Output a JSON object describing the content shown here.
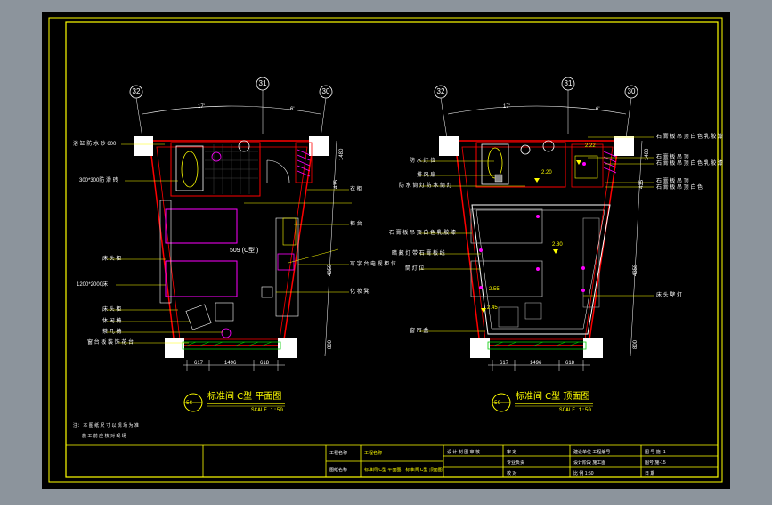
{
  "colors": {
    "background": "#8c949c",
    "paper": "#000000",
    "frame": "#ffff00",
    "wall": "#ff0000",
    "bed": "#ff00ff",
    "furniture": "#ffffff",
    "planter": "#00cc00"
  },
  "left_plan": {
    "title": "标准间 C型 平面图",
    "scale": "SCALE 1:50",
    "symbol": "5C-",
    "grid": [
      "32",
      "31",
      "30"
    ],
    "room_label": "509 (C型 )",
    "dims": {
      "top_a": "17'",
      "top_b": "6'",
      "bottom_a": "617",
      "bottom_b": "1496",
      "bottom_c": "618",
      "right_a": "1480",
      "right_b": "435",
      "right_c": "4355",
      "right_d": "800"
    },
    "labels_left": [
      "浴 缸 防 水 砂 600",
      "300*300防 滑 砖",
      "床 头 柜",
      "1200*2000床",
      "床 头 柜",
      "休 闲 椅",
      "茶 几 椅",
      "窗 台 板 装 饰 花 台"
    ],
    "labels_right": [
      "衣 柜",
      "柜 台",
      "写 字 台 电 视 柜 位",
      "化 妆 凳"
    ]
  },
  "right_plan": {
    "title": "标准间 C型 顶面图",
    "scale": "SCALE 1:50",
    "symbol": "5C-",
    "grid": [
      "32",
      "31",
      "30"
    ],
    "levels": [
      "2.22",
      "2.20",
      "2.80",
      "2.55",
      "2.45"
    ],
    "dims": {
      "top_a": "17'",
      "top_b": "6'",
      "bottom_a": "617",
      "bottom_b": "1496",
      "bottom_c": "618",
      "right_a": "1480",
      "right_b": "435",
      "right_c": "4355",
      "right_d": "800"
    },
    "labels_left": [
      "防 水 灯 位",
      "排 风 扇",
      "防 水 筒 灯 防 水 筒 灯",
      "石 膏 板 吊 顶 白 色 乳 胶 漆",
      "暗 藏 灯 带 石 膏 板 线",
      "筒 灯 位",
      "窗 帘 盒"
    ],
    "labels_right": [
      "石 膏 板 吊 顶 白 色 乳 胶 漆",
      "石 膏 板 吊 顶",
      "石 膏 板 吊 顶 白 色 乳 胶 漆",
      "石 膏 板 吊 顶",
      "石 膏 板 吊 顶 白 色",
      "床 头 壁 灯"
    ]
  },
  "notes": [
    "注： 本 图 纸 尺 寸 以 现 场 为 准",
    "施 工 前 应 核 对 现 场"
  ],
  "titleblock": {
    "project_label": "工程名称",
    "project": "工程名称",
    "drawing_label": "图纸名称",
    "drawing": "标准间 C型 平面图、标准间 C型 顶面图",
    "col3_r1": "设 计   制 图   审 核",
    "col4_r1": "审 定",
    "col4_r2": "专业负责",
    "col4_r3": "校 对",
    "col5_r1": "建设单位 工程编号",
    "col5_r2": "设计阶段 施工图",
    "col5_r3": "比 例 1:50",
    "col6_r1": "图 号 施 -1",
    "col6_r2": "图号 施-15",
    "col6_r3": "日 期"
  }
}
